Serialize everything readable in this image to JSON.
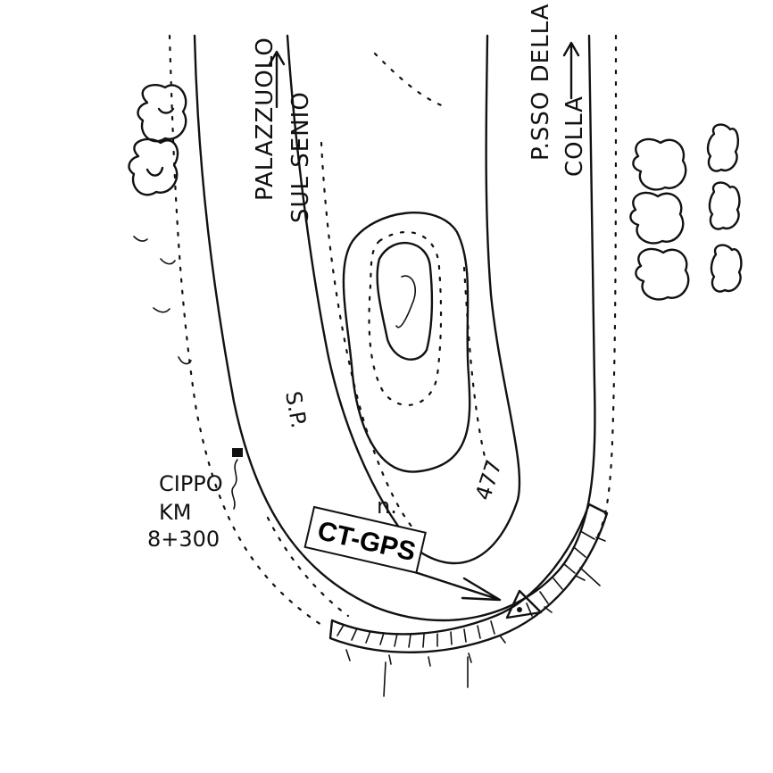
{
  "labels": {
    "road_left_1": "PALAZZUOLO",
    "road_left_2": "SUL SENIO",
    "road_right_1": "P.SSO DELLA",
    "road_right_2": "COLLA",
    "road_sp": "S.P.",
    "road_n": "n.",
    "road_num": "477",
    "marker_1": "CIPPO",
    "marker_2": "KM",
    "marker_3": "8+300",
    "station": "CT-GPS"
  }
}
